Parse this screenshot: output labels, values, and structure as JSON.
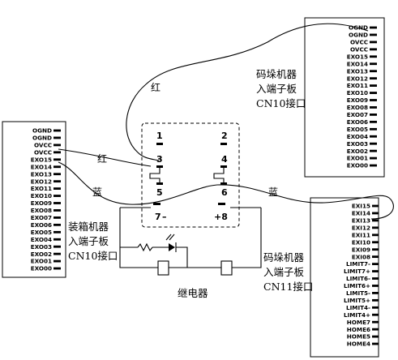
{
  "left_board": {
    "label_lines": [
      "装箱机器",
      "入端子板",
      "CN10接口"
    ],
    "pins": [
      "OGND",
      "OGND",
      "OVCC",
      "OVCC",
      "EXO15",
      "EXO14",
      "EXO13",
      "EXO12",
      "EXO11",
      "EXO10",
      "EXO09",
      "EXO08",
      "EXO07",
      "EXO06",
      "EXO05",
      "EXO04",
      "EXO03",
      "EXO02",
      "EXO01",
      "EXO00"
    ]
  },
  "top_right_board": {
    "label_lines": [
      "码垛机器",
      "入端子板",
      "CN10接口"
    ],
    "pins": [
      "OGND",
      "OGND",
      "OVCC",
      "OVCC",
      "EXO15",
      "EXO14",
      "EXO13",
      "EXO12",
      "EXO11",
      "EXO10",
      "EXO09",
      "EXO08",
      "EXO07",
      "EXO06",
      "EXO05",
      "EXO04",
      "EXO03",
      "EXO02",
      "EXO01",
      "EXO00"
    ]
  },
  "bottom_right_board": {
    "label_lines": [
      "码垛机器",
      "入端子板",
      "CN11接口"
    ],
    "pins": [
      "EXI15",
      "EXI14",
      "EXI13",
      "EXI12",
      "EXI11",
      "EXI10",
      "EXI09",
      "EXI08",
      "LIMIT7-",
      "LIMIT7+",
      "LIMIT6-",
      "LIMIT6+",
      "LIMIT5-",
      "LIMIT5+",
      "LIMIT4-",
      "LIMIT4+",
      "HOME7",
      "HOME6",
      "HOME5",
      "HOME4"
    ]
  },
  "relay": {
    "label": "继电器",
    "terminals": {
      "t1": "1",
      "t2": "2",
      "t3": "3",
      "t4": "4",
      "t5": "5",
      "t6": "6",
      "t7": "7",
      "t7_sign": "–",
      "t8": "+8"
    }
  },
  "wire_labels": {
    "red_top": "红",
    "red_left": "红",
    "blue_left": "蓝",
    "blue_right": "蓝"
  }
}
